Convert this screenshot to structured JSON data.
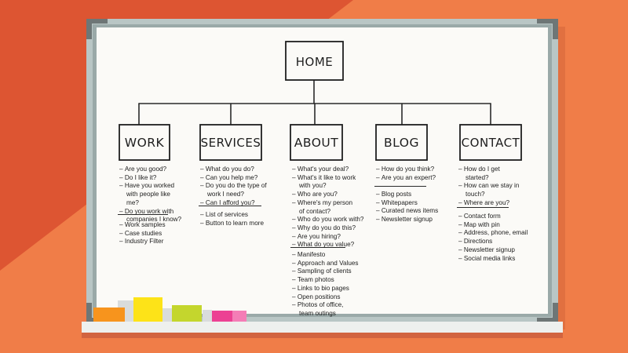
{
  "colors": {
    "background_left": "#dd5532",
    "background_right": "#f07d48",
    "board_frame": "#b9c6c5",
    "board_surface": "#fbfaf7",
    "ink": "#1e1e1e",
    "sticky_orange": "#f7941d",
    "sticky_yellow": "#fde318",
    "sticky_green": "#c4d62d",
    "sticky_pink": "#ec4193"
  },
  "home": {
    "label": "HOME"
  },
  "sections": [
    {
      "key": "work",
      "label": "WORK",
      "questions": [
        "Are you good?",
        "Do I like it?",
        "Have you worked with people like me?",
        "Do you work with companies I know?"
      ],
      "content": [
        "Work samples",
        "Case studies",
        "Industry Filter"
      ]
    },
    {
      "key": "services",
      "label": "SERVICES",
      "questions": [
        "What do you do?",
        "Can you help me?",
        "Do you do the type of work I need?",
        "Can I afford you?"
      ],
      "content": [
        "List of services",
        "Button to learn more"
      ]
    },
    {
      "key": "about",
      "label": "ABOUT",
      "questions": [
        "What's your deal?",
        "What's it like to work with you?",
        "Who are you?",
        "Where's my person of contact?",
        "Who do you work with?",
        "Why do you do this?",
        "Are you hiring?",
        "What do you value?"
      ],
      "content": [
        "Manifesto",
        "Approach and Values",
        "Sampling of clients",
        "Team photos",
        "Links to bio pages",
        "Open positions",
        "Photos of office, team outings"
      ]
    },
    {
      "key": "blog",
      "label": "BLOG",
      "questions": [
        "How do you think?",
        "Are you an expert?"
      ],
      "content": [
        "Blog posts",
        "Whitepapers",
        "Curated news items",
        "Newsletter signup"
      ]
    },
    {
      "key": "contact",
      "label": "CONTACT",
      "questions": [
        "How do I get started?",
        "How can we stay in touch?",
        "Where are you?"
      ],
      "content": [
        "Contact form",
        "Map with pin",
        "Address, phone, email",
        "Directions",
        "Newsletter signup",
        "Social media links"
      ]
    }
  ]
}
